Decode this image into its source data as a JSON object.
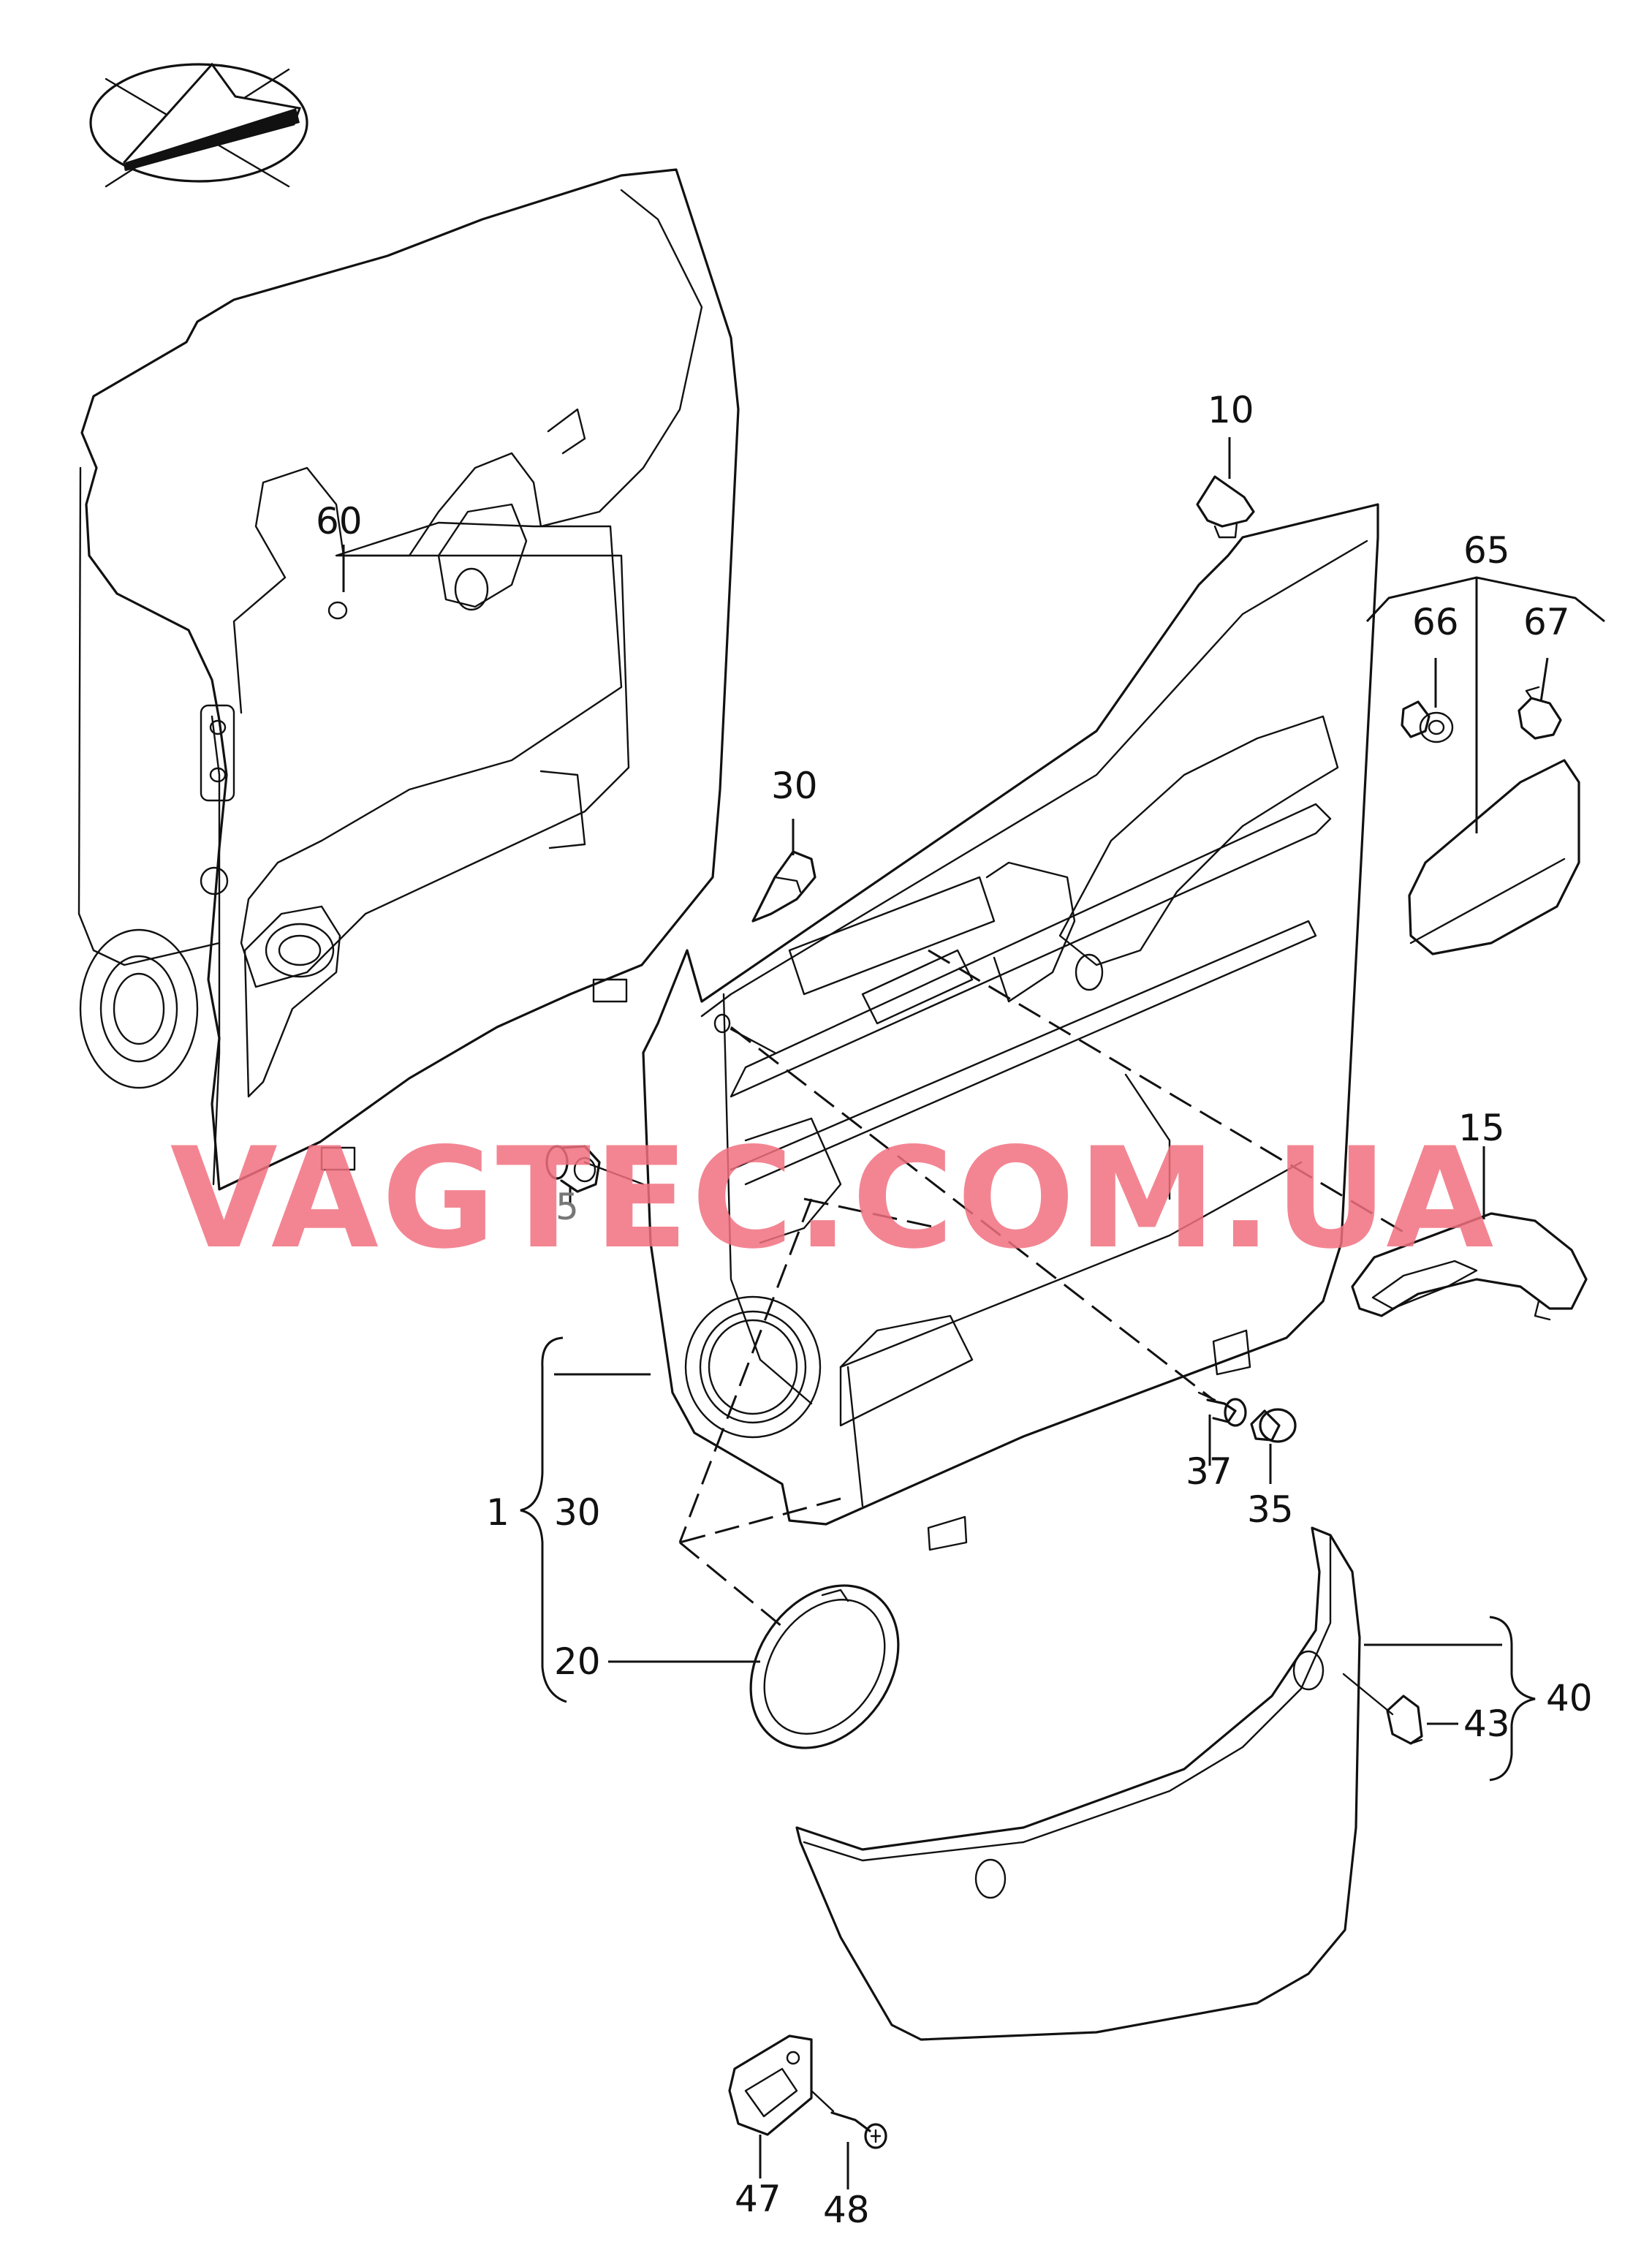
{
  "watermark": {
    "text": "VAGTEC.COM.UA",
    "color": "#f1707f"
  },
  "logo": {
    "icon": "crossed-out-wedge-logo"
  },
  "callouts": {
    "c60": "60",
    "c10": "10",
    "c65": "65",
    "c66": "66",
    "c67": "67",
    "c30_top": "30",
    "c5": "5",
    "c15": "15",
    "c1": "1",
    "c30_bracket": "30",
    "c20": "20",
    "c37": "37",
    "c35": "35",
    "c40": "40",
    "c43": "43",
    "c47": "47",
    "c48": "48"
  },
  "parts": [
    "insulation-panel",
    "door-trim-panel",
    "clip-10",
    "trim-strip-65",
    "fastener-66",
    "fastener-67",
    "door-handle-30",
    "spreader-clip-5",
    "pull-handle-15",
    "speaker-grille-20",
    "screw-37",
    "cap-35",
    "door-pocket-40",
    "clip-43",
    "bracket-47",
    "screw-48"
  ]
}
